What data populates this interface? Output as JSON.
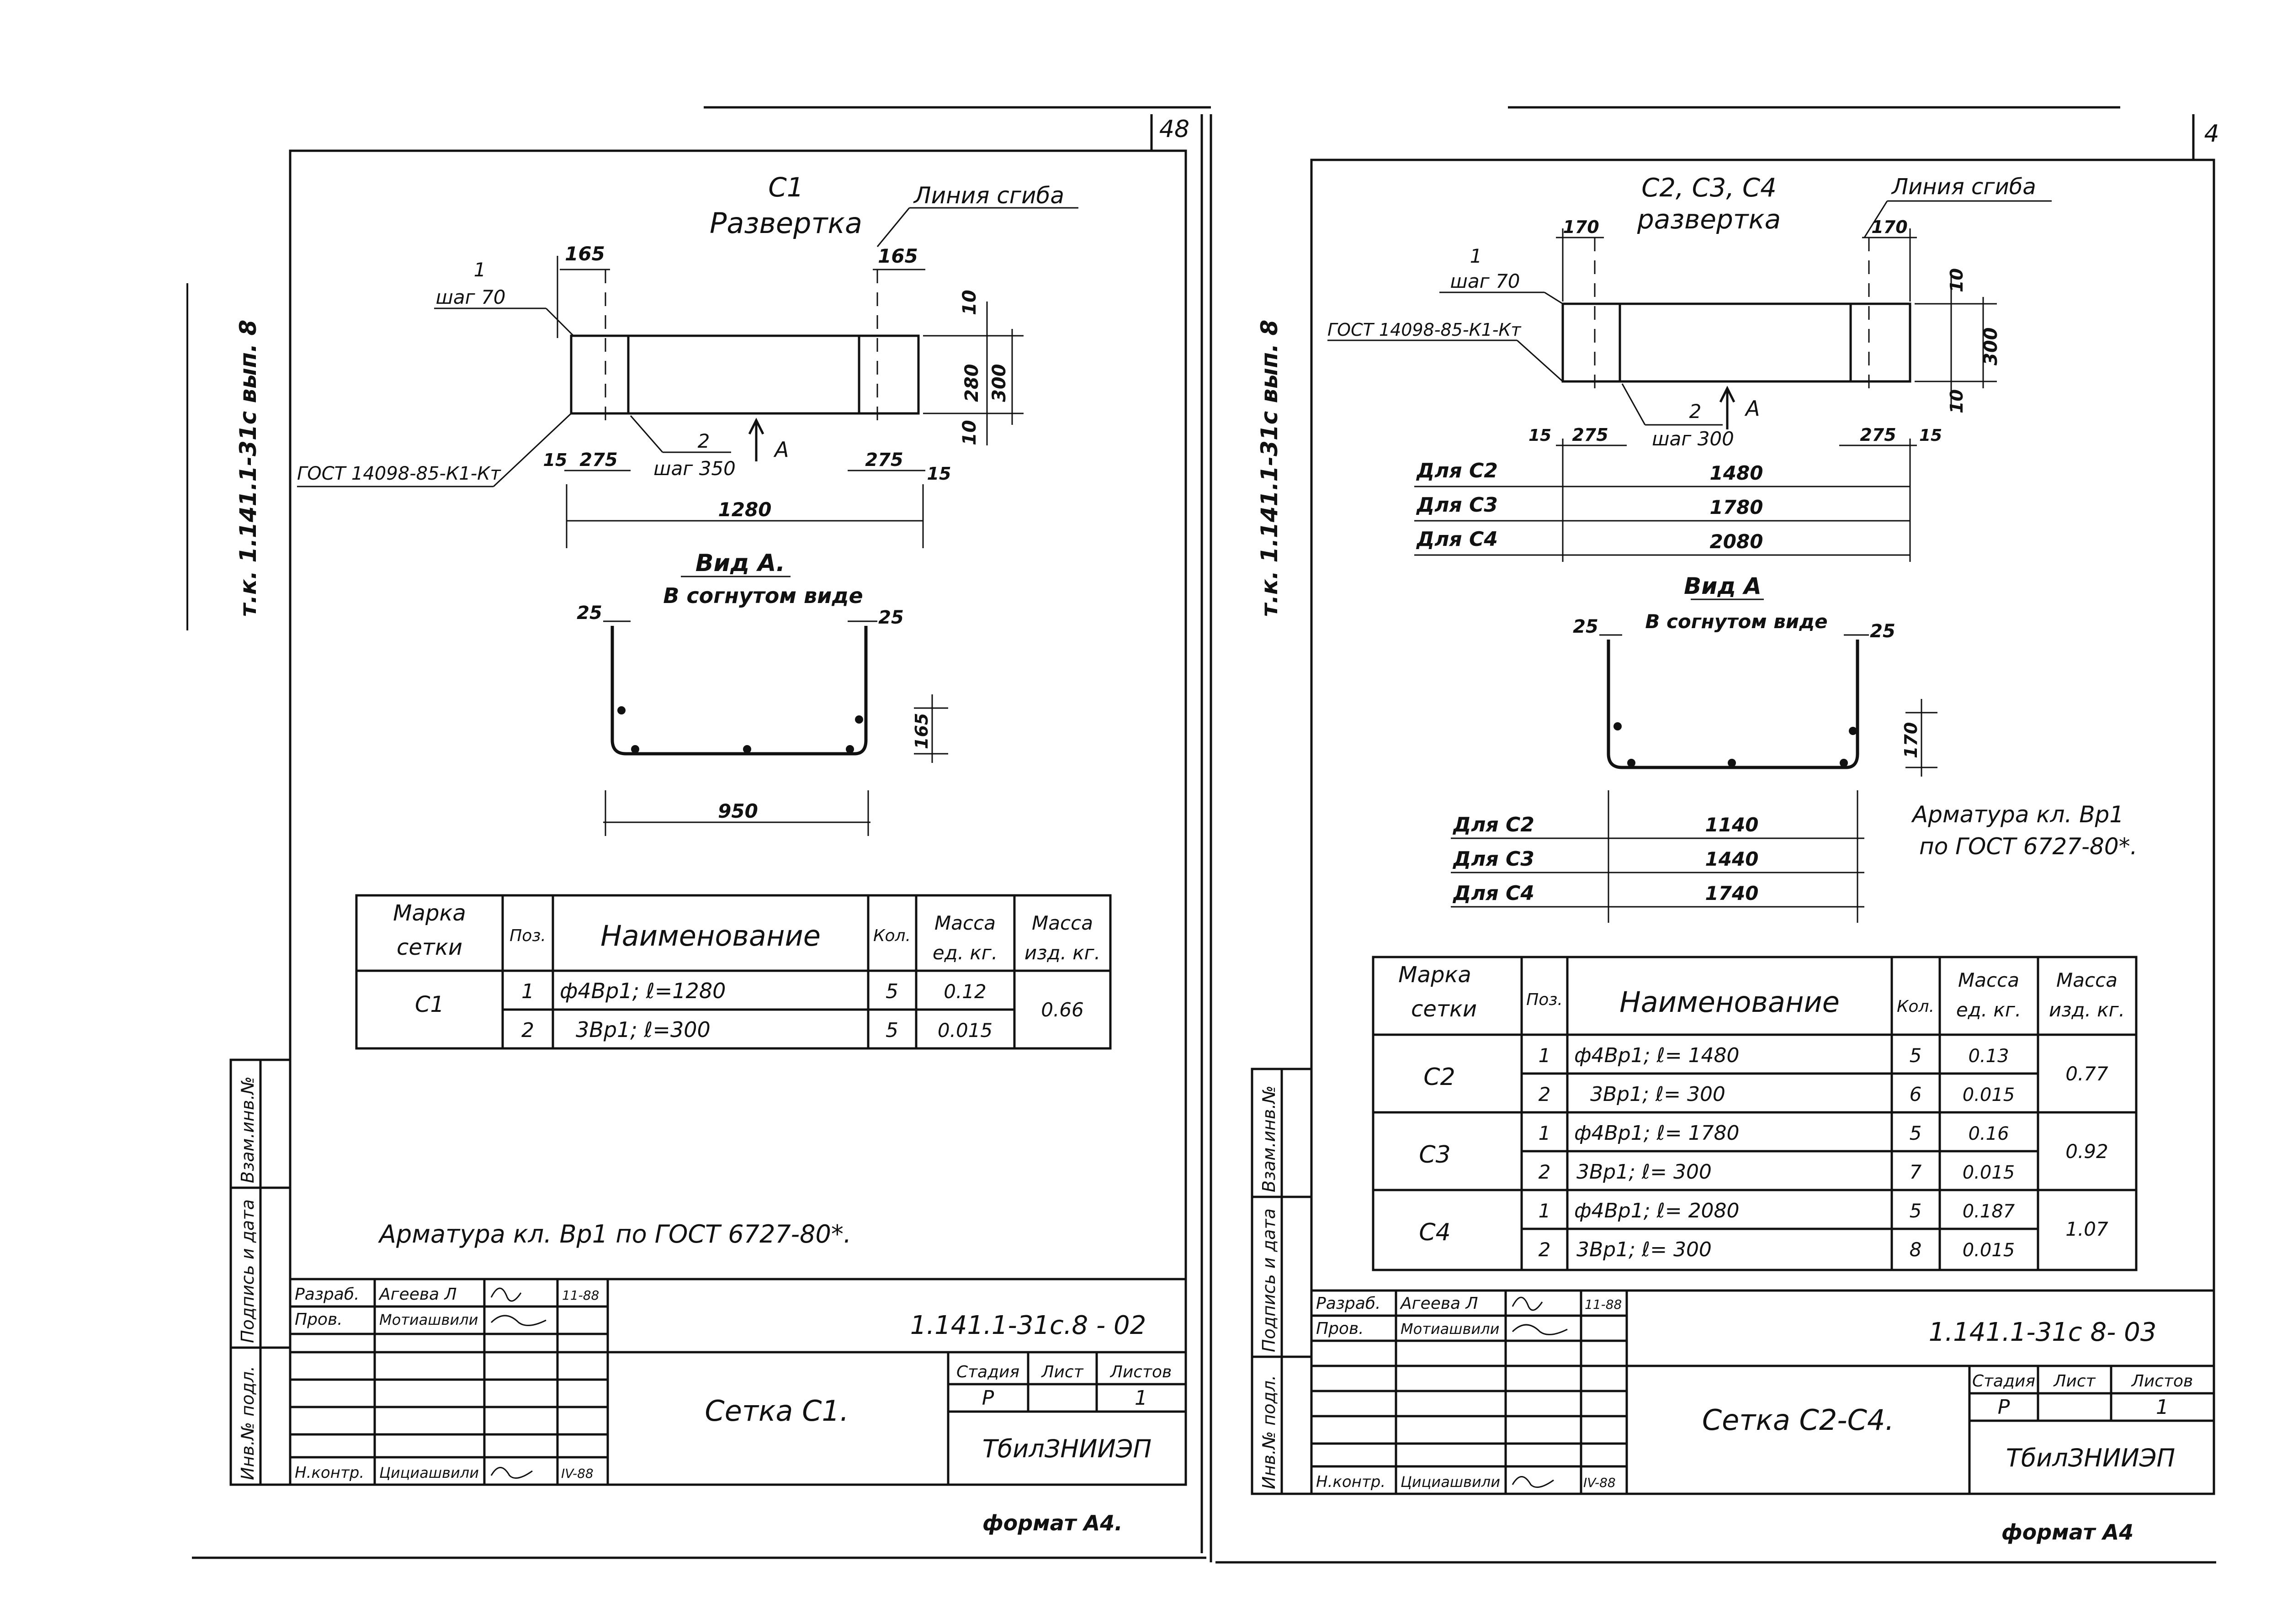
{
  "sheets": [
    {
      "page_number": "48",
      "side_label": "т.к. 1.141.1-31с вып. 8",
      "view_title": "С1",
      "view_subtitle": "Развертка",
      "bend_line_label": "Линия сгиба",
      "dims": {
        "top_left": "165",
        "top_right": "165",
        "right_outer": "300",
        "right_mid": "280",
        "right_top": "10",
        "right_bottom": "10",
        "bottom_left_pre": "15",
        "bottom_left": "275",
        "bottom_right": "275",
        "bottom_right_post": "15",
        "total": "1280",
        "section_left": "25",
        "section_right": "25",
        "section_height": "165",
        "section_width": "950"
      },
      "callouts": {
        "pos1": "1",
        "pos1_step": "шаг 70",
        "pos2": "2",
        "pos2_step": "шаг 350",
        "view_arrow": "А",
        "gost": "ГОСТ 14098-85-К1-Кт"
      },
      "section_title": "Вид А.",
      "section_subtitle": "В согнутом виде",
      "table": {
        "headers": [
          "Марка сетки",
          "Поз.",
          "Наименование",
          "Кол.",
          "Масса ед. кг.",
          "Масса изд. кг."
        ],
        "groups": [
          {
            "mark": "С1",
            "total_mass": "0.66",
            "rows": [
              {
                "pos": "1",
                "name": "ф4Вр1; ℓ=1280",
                "qty": "5",
                "unit_mass": "0.12"
              },
              {
                "pos": "2",
                "name": "3Вр1; ℓ=300",
                "qty": "5",
                "unit_mass": "0.015"
              }
            ]
          }
        ]
      },
      "note": "Арматура кл. Вр1 по ГОСТ 6727-80*.",
      "side_stamp": [
        "Взам.инв.№",
        "Подпись и дата",
        "Инв.№ подл."
      ],
      "title_block": {
        "code": "1.141.1-31с.8 - 02",
        "name": "Сетка С1.",
        "stage_label": "Стадия",
        "sheet_label": "Лист",
        "sheets_label": "Листов",
        "stage": "Р",
        "sheets": "1",
        "org": "ТбилЗНИИЭП",
        "people": [
          {
            "role": "Разраб.",
            "name": "Агеева Л",
            "date": "11-88"
          },
          {
            "role": "Пров.",
            "name": "Мотиашвили",
            "date": ""
          },
          {
            "role": "Н.контр.",
            "name": "Цициашвили",
            "date": "IV-88"
          }
        ]
      },
      "format": "формат А4."
    },
    {
      "page_number": "4",
      "side_label": "т.к. 1.141.1-31с вып. 8",
      "view_title": "С2, С3, С4",
      "view_subtitle": "развертка",
      "bend_line_label": "Линия сгиба",
      "dims": {
        "top_left": "170",
        "top_right": "170",
        "right_outer": "300",
        "right_top": "10",
        "right_bottom": "10",
        "bottom_left_pre": "15",
        "bottom_left": "275",
        "bottom_right": "275",
        "bottom_right_post": "15",
        "section_left": "25",
        "section_right": "25",
        "section_height": "170"
      },
      "lengths": [
        {
          "label": "Для С2",
          "value": "1480"
        },
        {
          "label": "Для С3",
          "value": "1780"
        },
        {
          "label": "Для С4",
          "value": "2080"
        }
      ],
      "widths": [
        {
          "label": "Для С2",
          "value": "1140"
        },
        {
          "label": "Для С3",
          "value": "1440"
        },
        {
          "label": "Для С4",
          "value": "1740"
        }
      ],
      "callouts": {
        "pos1": "1",
        "pos1_step": "шаг 70",
        "pos2": "2",
        "pos2_step": "шаг 300",
        "view_arrow": "А",
        "gost": "ГОСТ 14098-85-К1-Кт"
      },
      "section_title": "Вид А",
      "section_subtitle": "В согнутом виде",
      "note_line1": "Арматура кл. Вр1",
      "note_line2": "по ГОСТ 6727-80*.",
      "table": {
        "headers": [
          "Марка сетки",
          "Поз.",
          "Наименование",
          "Кол.",
          "Масса ед. кг.",
          "Масса изд. кг."
        ],
        "groups": [
          {
            "mark": "С2",
            "total_mass": "0.77",
            "rows": [
              {
                "pos": "1",
                "name": "ф4Вр1; ℓ= 1480",
                "qty": "5",
                "unit_mass": "0.13"
              },
              {
                "pos": "2",
                "name": "3Вр1; ℓ= 300",
                "qty": "6",
                "unit_mass": "0.015"
              }
            ]
          },
          {
            "mark": "С3",
            "total_mass": "0.92",
            "rows": [
              {
                "pos": "1",
                "name": "ф4Вр1; ℓ= 1780",
                "qty": "5",
                "unit_mass": "0.16"
              },
              {
                "pos": "2",
                "name": "3Вр1; ℓ= 300",
                "qty": "7",
                "unit_mass": "0.015"
              }
            ]
          },
          {
            "mark": "С4",
            "total_mass": "1.07",
            "rows": [
              {
                "pos": "1",
                "name": "ф4Вр1; ℓ= 2080",
                "qty": "5",
                "unit_mass": "0.187"
              },
              {
                "pos": "2",
                "name": "3Вр1; ℓ= 300",
                "qty": "8",
                "unit_mass": "0.015"
              }
            ]
          }
        ]
      },
      "side_stamp": [
        "Взам.инв.№",
        "Подпись и дата",
        "Инв.№ подл."
      ],
      "title_block": {
        "code": "1.141.1-31с 8- 03",
        "name": "Сетка С2-С4.",
        "stage_label": "Стадия",
        "sheet_label": "Лист",
        "sheets_label": "Листов",
        "stage": "Р",
        "sheets": "1",
        "org": "ТбилЗНИИЭП",
        "people": [
          {
            "role": "Разраб.",
            "name": "Агеева Л",
            "date": "11-88"
          },
          {
            "role": "Пров.",
            "name": "Мотиашвили",
            "date": ""
          },
          {
            "role": "Н.контр.",
            "name": "Цициашвили",
            "date": "IV-88"
          }
        ]
      },
      "format": "формат А4"
    }
  ]
}
